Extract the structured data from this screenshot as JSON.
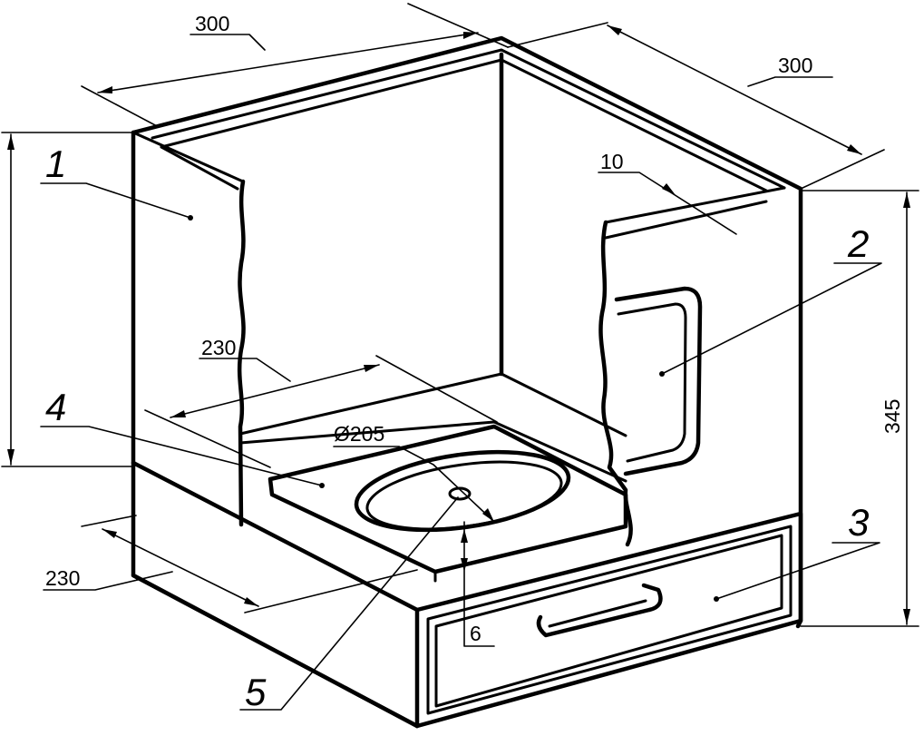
{
  "colors": {
    "ink": "#000000",
    "paper": "#ffffff"
  },
  "dimensions": {
    "top_width_left": "300",
    "top_width_right": "300",
    "wall_thickness": "10",
    "inner_width_upper": "230",
    "inner_width_lower": "230",
    "plate_diameter": "Ø205",
    "gap": "6",
    "height": "345"
  },
  "callouts": {
    "part_1": "1",
    "part_2": "2",
    "part_3": "3",
    "part_4": "4",
    "part_5": "5"
  }
}
